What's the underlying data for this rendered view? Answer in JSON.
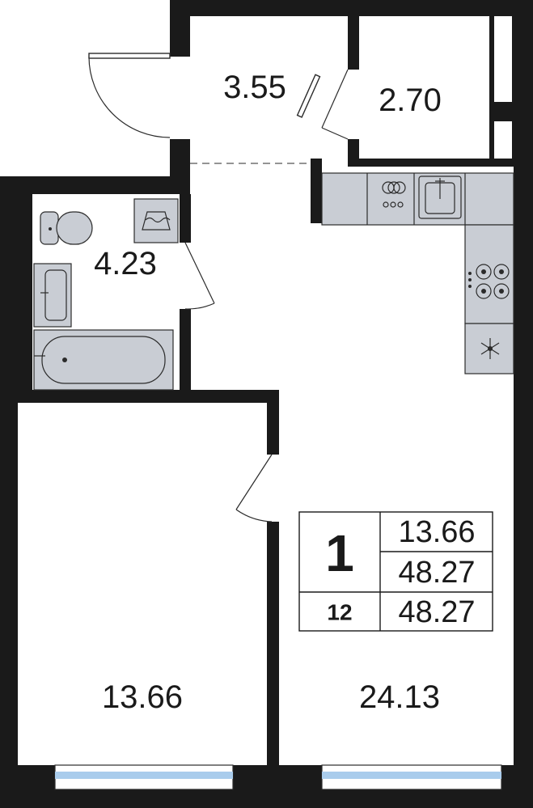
{
  "rooms": {
    "hall": "3.55",
    "storage": "2.70",
    "bathroom": "4.23",
    "bedroom": "13.66",
    "living": "24.13"
  },
  "summary": {
    "rooms_count": "1",
    "floor": "12",
    "living_area": "13.66",
    "total_area": "48.27",
    "total_area_alt": "48.27"
  },
  "colors": {
    "wall": "#1a1a1a",
    "fixture": "#c9cdd4",
    "window_glass": "#a9ccec"
  }
}
